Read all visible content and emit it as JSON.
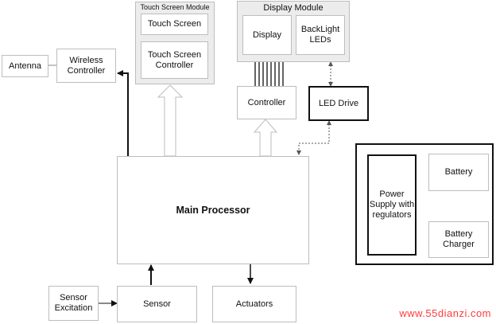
{
  "diagram": {
    "touch_module_title": "Touch Screen Module",
    "touch_screen": "Touch Screen",
    "touch_controller": "Touch Screen\nController",
    "display_module_title": "Display Module",
    "display": "Display",
    "backlight": "BackLight\nLEDs",
    "antenna": "Antenna",
    "wireless_controller": "Wireless\nController",
    "controller": "Controller",
    "led_drive": "LED Drive",
    "main_processor": "Main Processor",
    "power_supply": "Power\nSupply with\nregulators",
    "battery": "Battery",
    "battery_charger": "Battery\nCharger",
    "sensor_excitation": "Sensor\nExcitation",
    "sensor": "Sensor",
    "actuators": "Actuators"
  },
  "watermark": "www.55dianzi.com"
}
